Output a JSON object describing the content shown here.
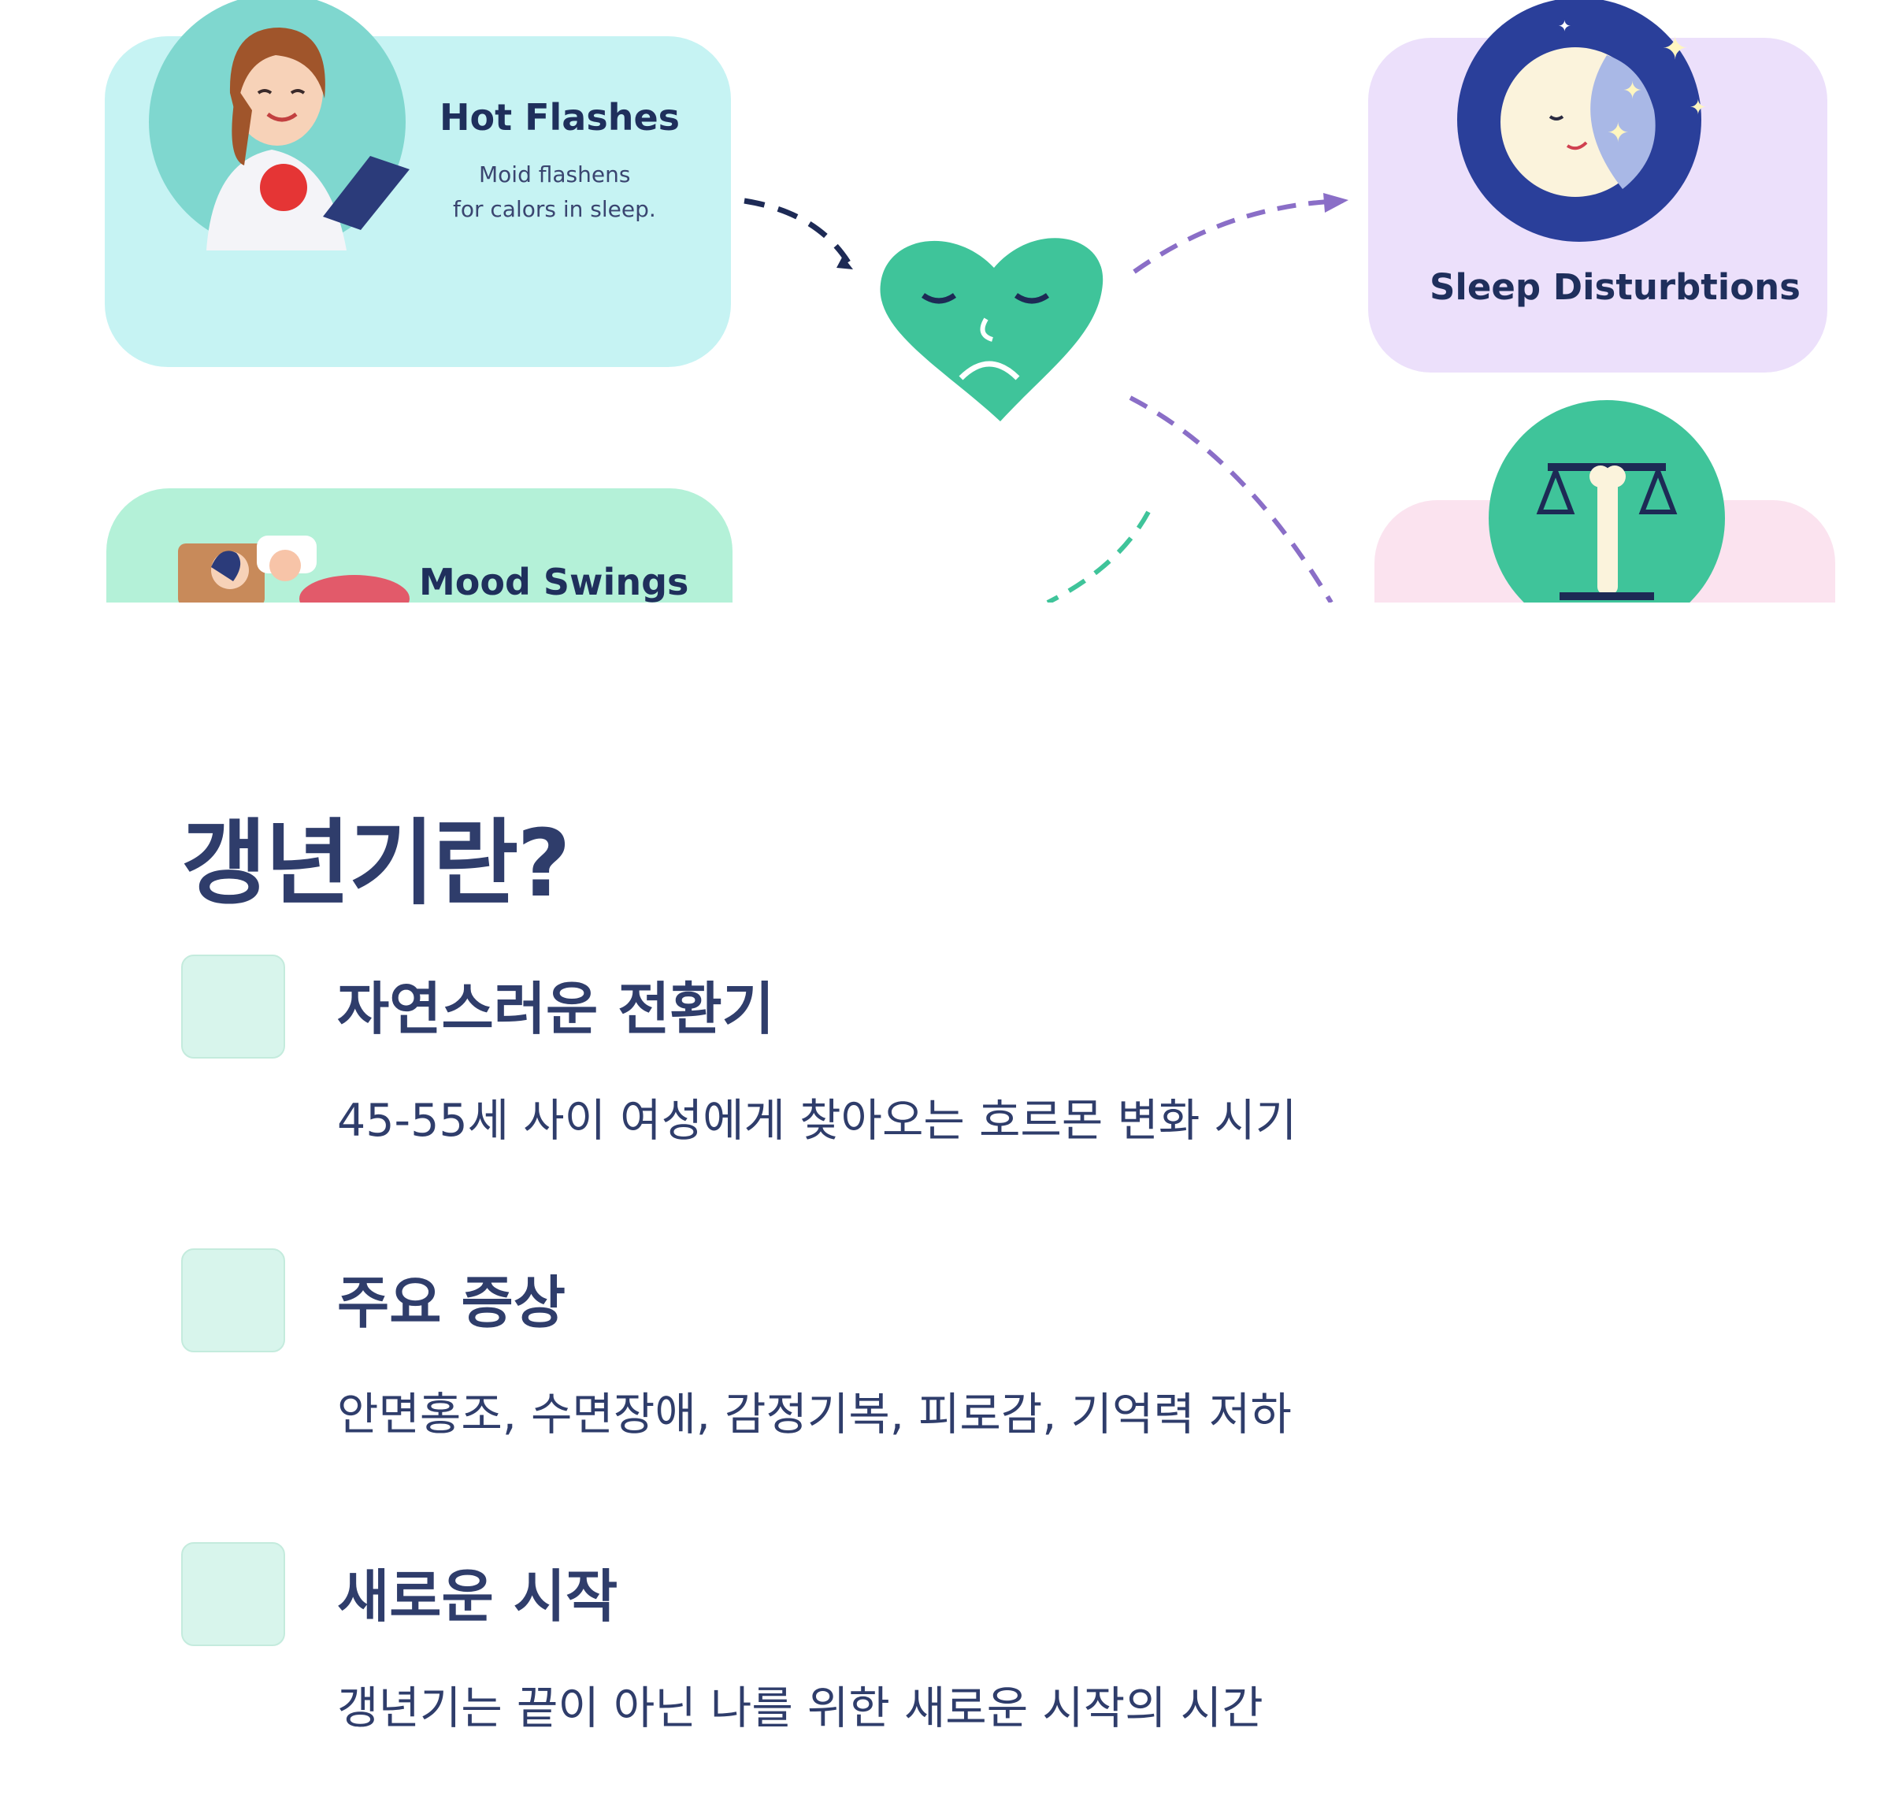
{
  "illustration": {
    "cards": [
      {
        "title": "Hot Flashes",
        "subtitle_line1": "Moid flashens",
        "subtitle_line2": "for calors in sleep."
      },
      {
        "title": "Sleep Disturbtions"
      },
      {
        "title": "Mood Swings"
      }
    ]
  },
  "section": {
    "heading": "갱년기란?",
    "items": [
      {
        "title": "자연스러운 전환기",
        "description": "45-55세 사이 여성에게 찾아오는 호르몬 변화 시기"
      },
      {
        "title": "주요 증상",
        "description": "안면홍조, 수면장애, 감정기복, 피로감, 기억력 저하"
      },
      {
        "title": "새로운 시작",
        "description": "갱년기는 끝이 아닌 나를 위한 새로운 시작의 시간"
      }
    ]
  },
  "colors": {
    "hot_flashes_card": "#c6f3f3",
    "mood_card": "#b4f1d8",
    "sleep_card": "#ece0fb",
    "bone_card": "#fbe3ef",
    "heart": "#3fc49a",
    "navy": "#2f3d6b",
    "checkbox": "#d8f5ec"
  },
  "icons": [
    "woman-with-tablet-icon",
    "sad-heart-icon",
    "moon-stars-icon",
    "scale-bone-icon",
    "sleeping-family-icon"
  ]
}
